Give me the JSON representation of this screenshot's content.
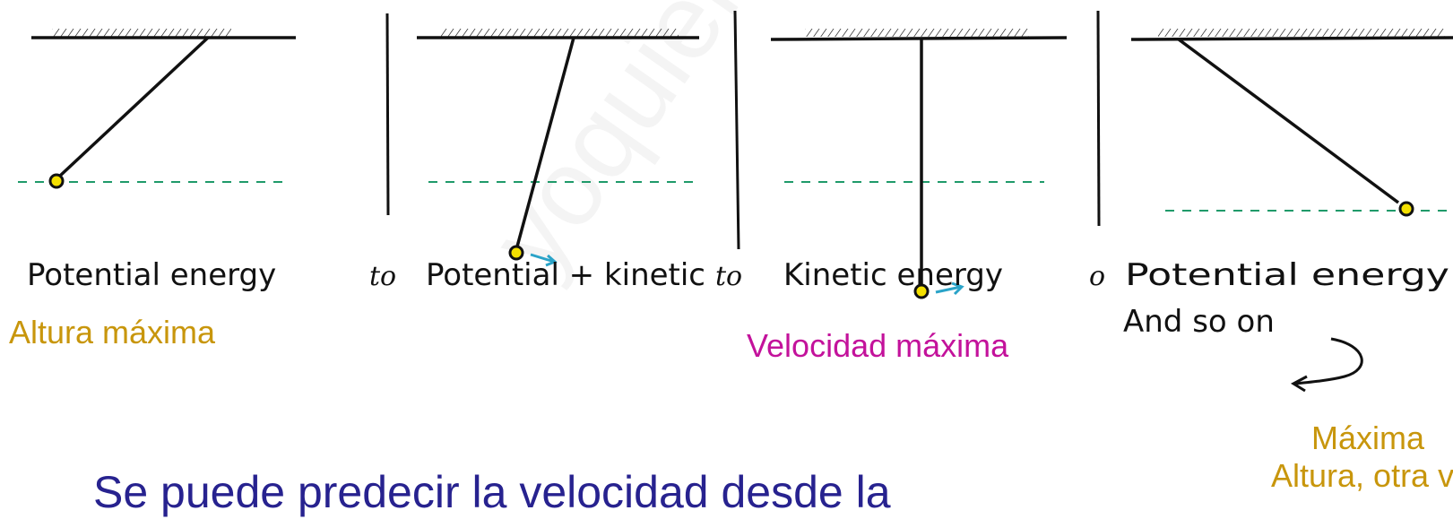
{
  "watermark": "yoquieroaprobar",
  "panels": [
    {
      "energy_label": "Potential energy"
    },
    {
      "prefix": "to",
      "energy_label": "Potential + kinetic"
    },
    {
      "prefix": "to",
      "energy_label": "Kinetic energy"
    },
    {
      "prefix": "o",
      "energy_label": "Potential energy",
      "note": "And so on"
    }
  ],
  "annotations": {
    "altura_maxima": "Altura máxima",
    "velocidad_maxima": "Velocidad máxima",
    "maxima_line1": "Máxima",
    "maxima_line2": "Altura, otra vez"
  },
  "bottom_text": "Se puede predecir la velocidad desde la",
  "colors": {
    "gold": "#c8960c",
    "magenta": "#c3129b",
    "navy": "#27228f",
    "bob": "#f4e000",
    "dashed_line": "#1f9a6a",
    "arrow": "#2aa3c8"
  }
}
